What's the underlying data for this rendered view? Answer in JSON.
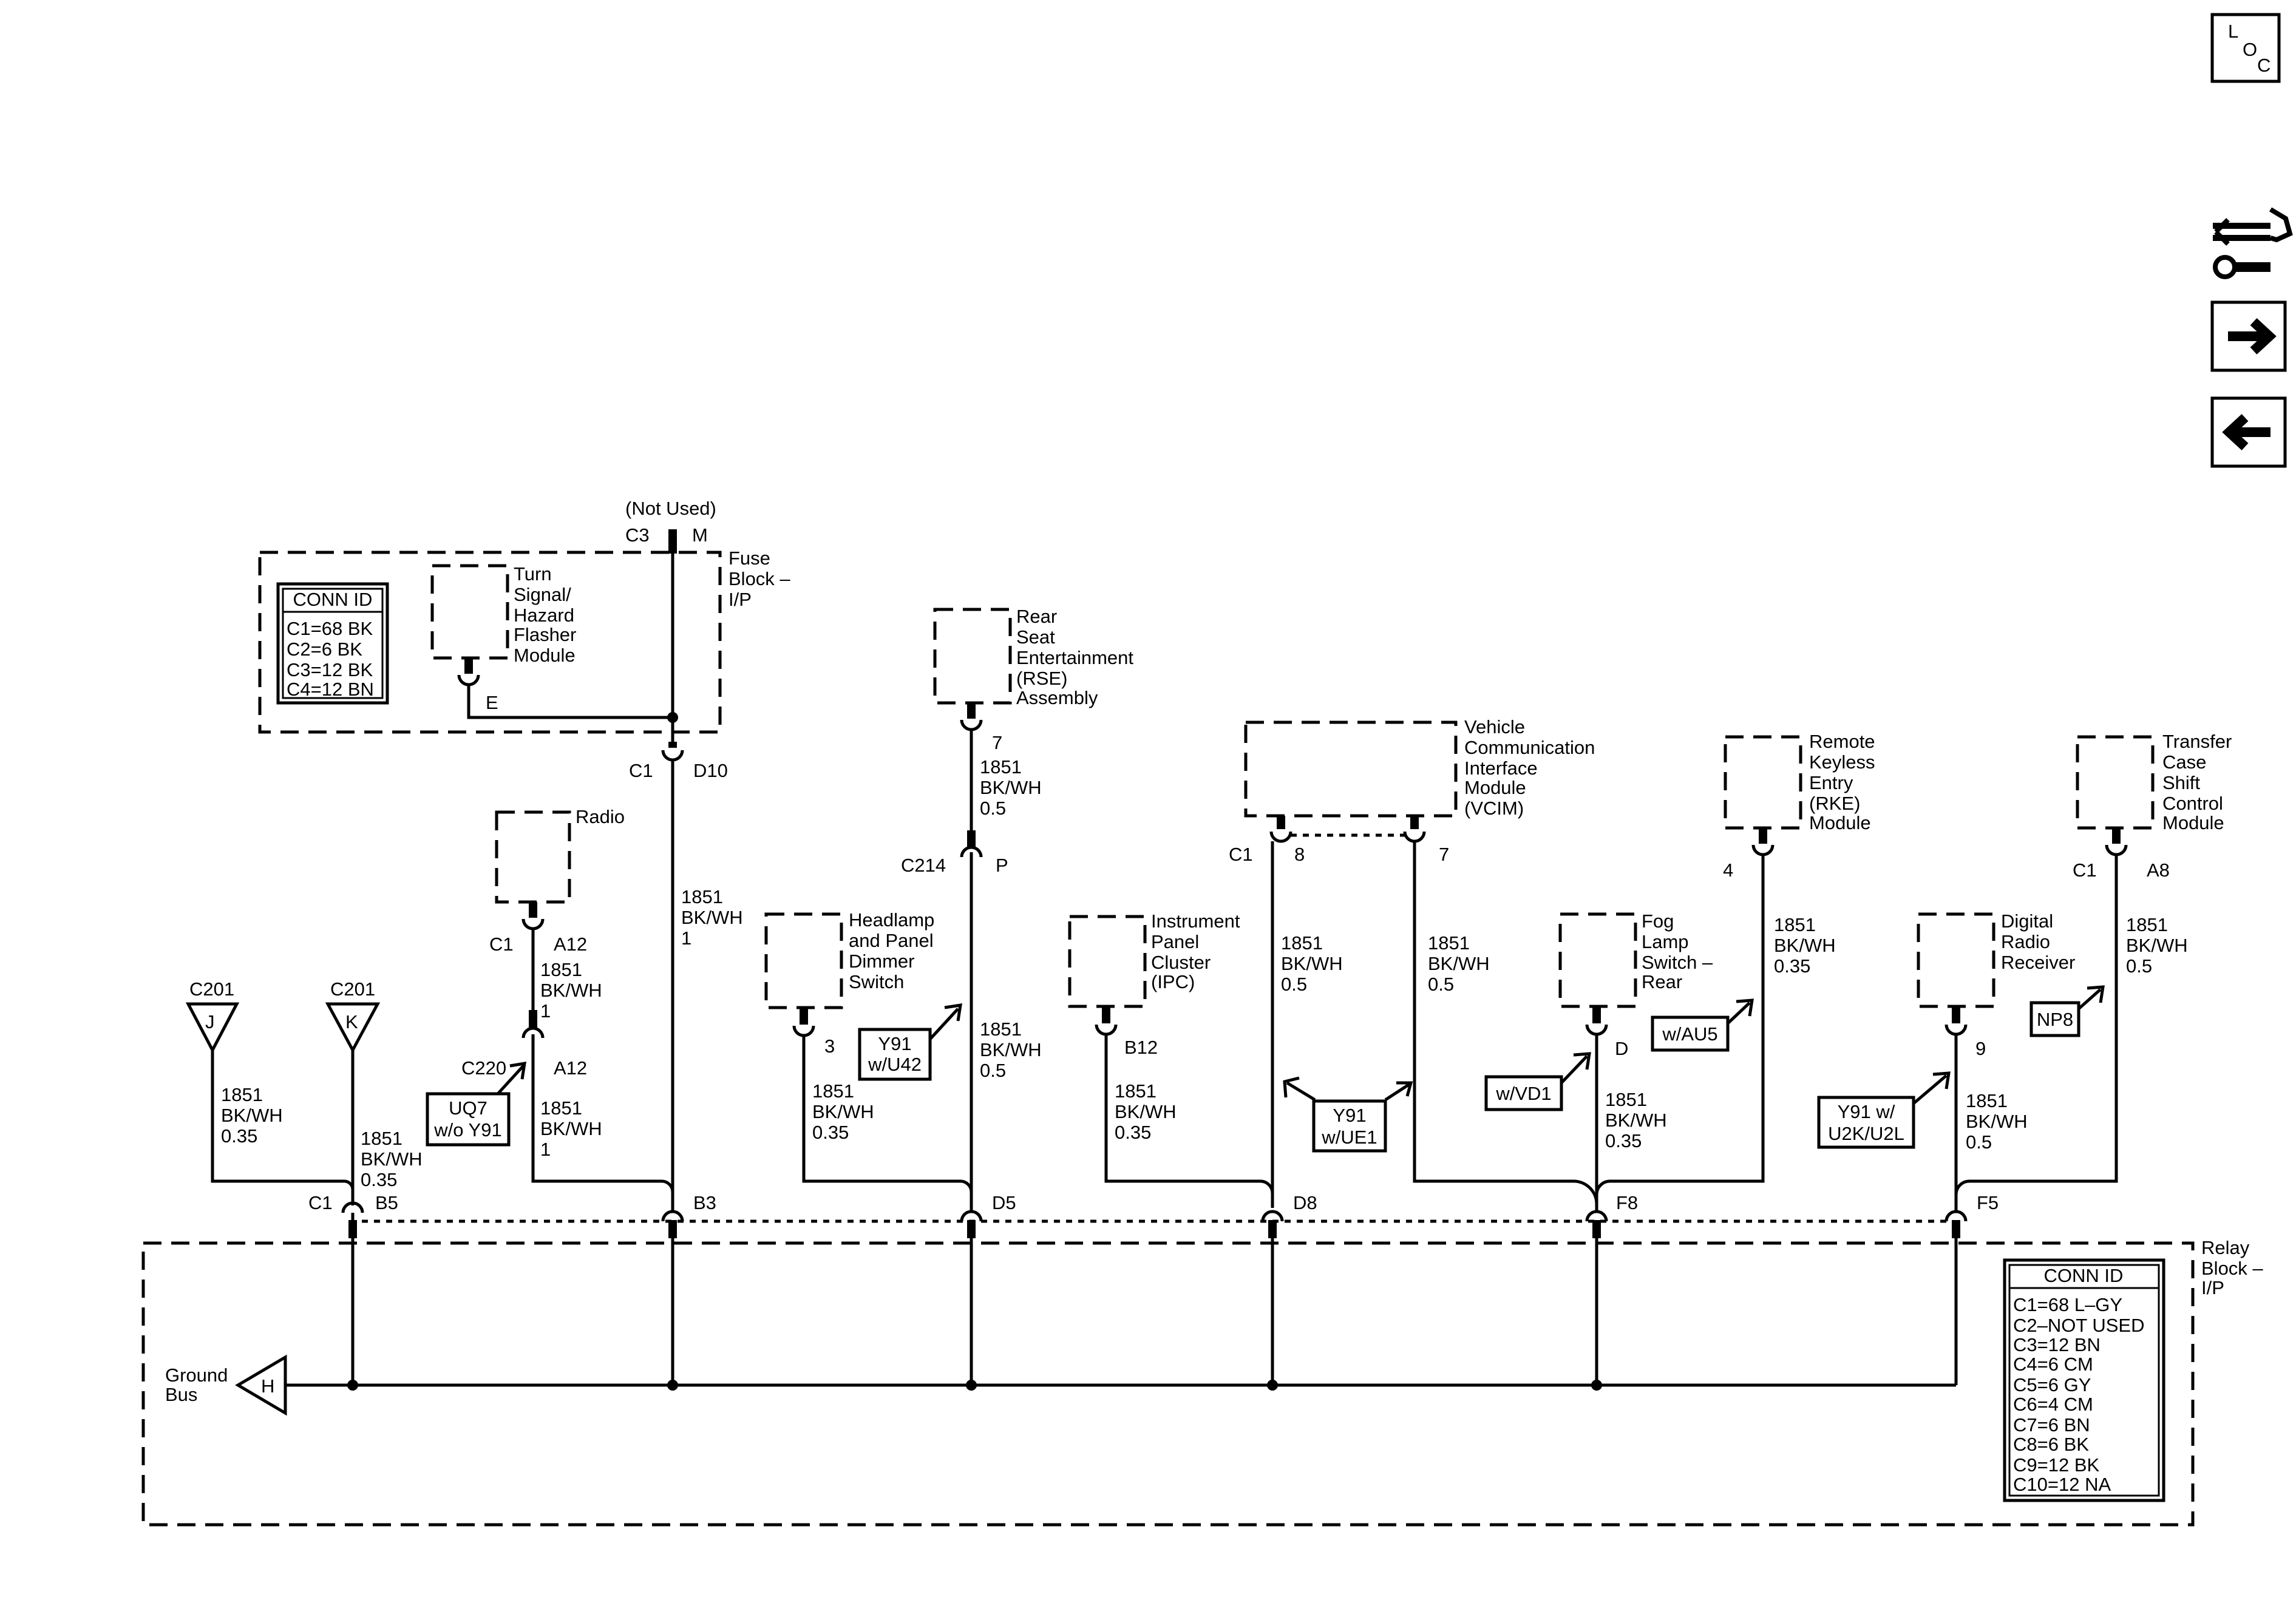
{
  "nav": {
    "loc_l": "L",
    "loc_o": "O",
    "loc_c": "C",
    "icons": [
      "loc-icon",
      "connector-wrench-icon",
      "next-arrow-icon",
      "prev-arrow-icon"
    ]
  },
  "fuse_block": {
    "not_used": "(Not Used)",
    "c3": "C3",
    "m": "M",
    "name": [
      "Fuse",
      "Block –",
      "I/P"
    ],
    "conn_id_title": "CONN ID",
    "conn_ids": [
      "C1=68 BK",
      "C2=6 BK",
      "C3=12 BK",
      "C4=12 BN"
    ],
    "flasher_name": [
      "Turn",
      "Signal/",
      "Hazard",
      "Flasher",
      "Module"
    ],
    "flasher_pin": "E",
    "c1": "C1",
    "d10": "D10"
  },
  "radio": {
    "name": "Radio",
    "c1": "C1",
    "pin": "A12",
    "wire": [
      "1851",
      "BK/WH",
      "1"
    ],
    "c220": "C220",
    "pin2": "A12",
    "wire2": [
      "1851",
      "BK/WH",
      "1"
    ],
    "option": [
      "UQ7",
      "w/o Y91"
    ]
  },
  "main_wire": [
    "1851",
    "BK/WH",
    "1"
  ],
  "c201_j": {
    "conn": "C201",
    "pin": "J",
    "wire": [
      "1851",
      "BK/WH",
      "0.35"
    ]
  },
  "c201_k": {
    "conn": "C201",
    "pin": "K",
    "wire": [
      "1851",
      "BK/WH",
      "0.35"
    ]
  },
  "headlamp": {
    "name": [
      "Headlamp",
      "and Panel",
      "Dimmer",
      "Switch"
    ],
    "pin": "3",
    "wire": [
      "1851",
      "BK/WH",
      "0.35"
    ]
  },
  "rse": {
    "name": [
      "Rear",
      "Seat",
      "Entertainment",
      "(RSE)",
      "Assembly"
    ],
    "pin": "7",
    "wire": [
      "1851",
      "BK/WH",
      "0.5"
    ],
    "c214": "C214",
    "p": "P",
    "wire2": [
      "1851",
      "BK/WH",
      "0.5"
    ],
    "option": [
      "Y91",
      "w/U42"
    ]
  },
  "ipc": {
    "name": [
      "Instrument",
      "Panel",
      "Cluster",
      "(IPC)"
    ],
    "pin": "B12",
    "wire": [
      "1851",
      "BK/WH",
      "0.35"
    ]
  },
  "vcim": {
    "name": [
      "Vehicle",
      "Communication",
      "Interface",
      "Module",
      "(VCIM)"
    ],
    "c1": "C1",
    "pin8": "8",
    "pin7": "7",
    "wire8": [
      "1851",
      "BK/WH",
      "0.5"
    ],
    "wire7": [
      "1851",
      "BK/WH",
      "0.5"
    ],
    "option": [
      "Y91",
      "w/UE1"
    ]
  },
  "fog": {
    "name": [
      "Fog",
      "Lamp",
      "Switch –",
      "Rear"
    ],
    "pin": "D",
    "wire": [
      "1851",
      "BK/WH",
      "0.35"
    ],
    "option": "w/VD1"
  },
  "rke": {
    "name": [
      "Remote",
      "Keyless",
      "Entry",
      "(RKE)",
      "Module"
    ],
    "pin": "4",
    "wire": [
      "1851",
      "BK/WH",
      "0.35"
    ],
    "option": "w/AU5"
  },
  "radio_rx": {
    "name": [
      "Digital",
      "Radio",
      "Receiver"
    ],
    "pin": "9",
    "wire": [
      "1851",
      "BK/WH",
      "0.5"
    ],
    "option": [
      "Y91 w/",
      "U2K/U2L"
    ]
  },
  "tccm": {
    "name": [
      "Transfer",
      "Case",
      "Shift",
      "Control",
      "Module"
    ],
    "c1": "C1",
    "pin": "A8",
    "wire": [
      "1851",
      "BK/WH",
      "0.5"
    ],
    "option": "NP8"
  },
  "relay_block": {
    "name": [
      "Relay",
      "Block –",
      "I/P"
    ],
    "pins": {
      "c1": "C1",
      "b5": "B5",
      "b3": "B3",
      "d5": "D5",
      "d8": "D8",
      "f8": "F8",
      "f5": "F5"
    },
    "conn_id_title": "CONN ID",
    "conn_ids": [
      "C1=68 L–GY",
      "C2–NOT USED",
      "C3=12 BN",
      "C4=6 CM",
      "C5=6 GY",
      "C6=4 CM",
      "C7=6 BN",
      "C8=6 BK",
      "C9=12 BK",
      "C10=12 NA"
    ],
    "ground_label": [
      "Ground",
      "Bus"
    ],
    "ground_pin": "H"
  }
}
